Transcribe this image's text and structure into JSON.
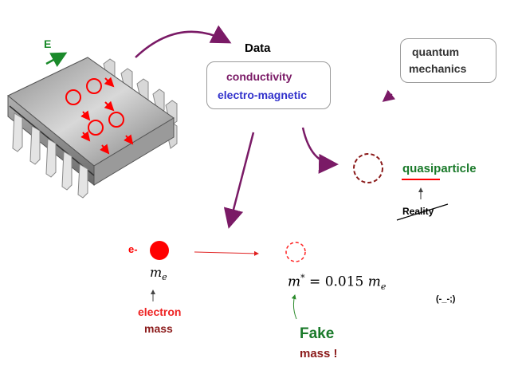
{
  "field_label": "E",
  "data_title": "Data",
  "data_items": [
    "conductivity",
    "electro-magnetic"
  ],
  "qm_lines": [
    "quantum",
    "mechanics"
  ],
  "quasiparticle_label": "quasiparticle",
  "reality_label": "Reality",
  "electron_symbol": "e-",
  "electron_mass_symbol": "m",
  "electron_mass_subscript": "e",
  "electron_caption": [
    "electron",
    "mass"
  ],
  "effective_mass": {
    "symbol": "m",
    "superscript": "*",
    "equals": "=",
    "value": "0.015",
    "unit_symbol": "m",
    "unit_subscript": "e"
  },
  "emoticon": "(-_-;)",
  "fake_caption": [
    "Fake",
    "mass !"
  ],
  "colors": {
    "purple": "#7a1a66",
    "electron_red": "#ff0000",
    "dark_red": "#8b1a1a",
    "green": "#1a7a2a",
    "blue": "#3333cc"
  }
}
